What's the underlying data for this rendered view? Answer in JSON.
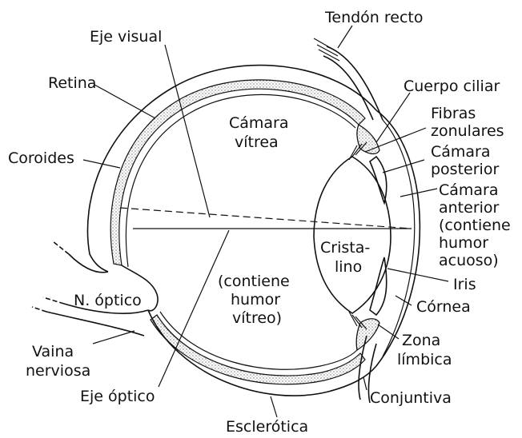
{
  "diagram": {
    "labels": {
      "tendon_recto": "Tendón recto",
      "eje_visual": "Eje visual",
      "retina": "Retina",
      "coroides": "Coroides",
      "camara_vitrea_1": "Cámara",
      "camara_vitrea_2": "vítrea",
      "cuerpo_ciliar": "Cuerpo ciliar",
      "fibras_zonulares_1": "Fibras",
      "fibras_zonulares_2": "zonulares",
      "camara_posterior_1": "Cámara",
      "camara_posterior_2": "posterior",
      "camara_anterior_1": "Cámara",
      "camara_anterior_2": "anterior",
      "camara_anterior_3": "(contiene",
      "camara_anterior_4": "humor",
      "camara_anterior_5": "acuoso)",
      "cristalino_1": "Crista-",
      "cristalino_2": "lino",
      "humor_vitreo_1": "(contiene",
      "humor_vitreo_2": "humor",
      "humor_vitreo_3": "vítreo)",
      "n_optico": "N. óptico",
      "iris": "Iris",
      "cornea": "Córnea",
      "zona_limbica_1": "Zona",
      "zona_limbica_2": "límbica",
      "vaina_nerviosa_1": "Vaina",
      "vaina_nerviosa_2": "nerviosa",
      "eje_optico": "Eje óptico",
      "conjuntiva": "Conjuntiva",
      "esclerotica": "Esclerótica"
    }
  }
}
